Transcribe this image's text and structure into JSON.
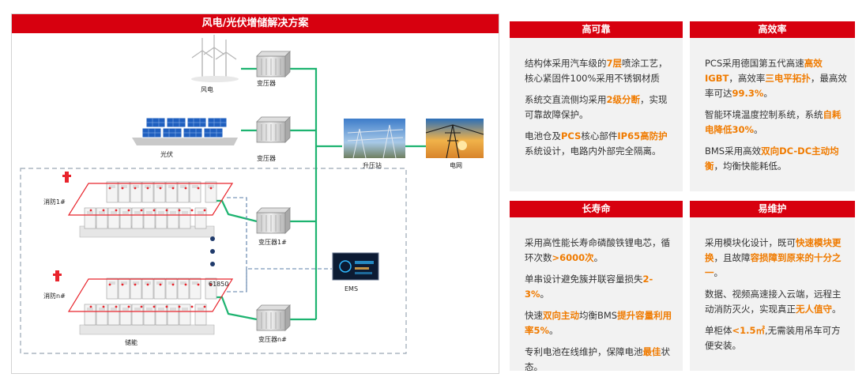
{
  "diagram": {
    "title": "风电/光伏增储解决方案",
    "labels": {
      "wind": "风电",
      "pv": "光伏",
      "transformer": "变压器",
      "substation": "升压站",
      "grid": "电网",
      "fire1": "消防1#",
      "firen": "消防n#",
      "transformer1": "变压器1#",
      "transformern": "变压器n#",
      "ems": "EMS",
      "protocol": "61850",
      "storage": "储能"
    }
  },
  "cards": [
    {
      "title": "高可靠",
      "paragraphs": [
        [
          {
            "t": "结构体采用汽车级的"
          },
          {
            "t": "7层",
            "h": true
          },
          {
            "t": "喷涂工艺，核心紧固件100%采用不锈钢材质"
          }
        ],
        [
          {
            "t": "系统交直流侧均采用"
          },
          {
            "t": "2级分断",
            "h": true
          },
          {
            "t": "，实现可靠故障保护。"
          }
        ],
        [
          {
            "t": "电池仓及"
          },
          {
            "t": "PCS",
            "h": true
          },
          {
            "t": "核心部件"
          },
          {
            "t": "IP65高防护",
            "h": true
          },
          {
            "t": "系统设计，电路内外部完全隔离。"
          }
        ]
      ]
    },
    {
      "title": "高效率",
      "paragraphs": [
        [
          {
            "t": "PCS采用德国第五代高速"
          },
          {
            "t": "高效IGBT",
            "h": true
          },
          {
            "t": "，高效率"
          },
          {
            "t": "三电平拓扑",
            "h": true
          },
          {
            "t": "，最高效率可达"
          },
          {
            "t": "99.3%",
            "h": true
          },
          {
            "t": "。"
          }
        ],
        [
          {
            "t": "智能环境温度控制系统，系统"
          },
          {
            "t": "自耗电降低30%",
            "h": true
          },
          {
            "t": "。"
          }
        ],
        [
          {
            "t": "BMS采用高效"
          },
          {
            "t": "双向DC-DC主动均衡",
            "h": true
          },
          {
            "t": "，均衡快能耗低。"
          }
        ]
      ]
    },
    {
      "title": "长寿命",
      "paragraphs": [
        [
          {
            "t": "采用高性能长寿命磷酸铁锂电芯，循环次数"
          },
          {
            "t": ">6000次",
            "h": true
          },
          {
            "t": "。"
          }
        ],
        [
          {
            "t": "单串设计避免簇并联容量损失"
          },
          {
            "t": "2-3%",
            "h": true
          },
          {
            "t": "。"
          }
        ],
        [
          {
            "t": "快速"
          },
          {
            "t": "双向主动",
            "h": true
          },
          {
            "t": "均衡BMS"
          },
          {
            "t": "提升容量利用率5%",
            "h": true
          },
          {
            "t": "。"
          }
        ],
        [
          {
            "t": "专利电池在线维护，保障电池"
          },
          {
            "t": "最佳",
            "h": true
          },
          {
            "t": "状态。"
          }
        ]
      ]
    },
    {
      "title": "易维护",
      "paragraphs": [
        [
          {
            "t": "采用模块化设计，既可"
          },
          {
            "t": "快速模块更换",
            "h": true
          },
          {
            "t": "，且故障"
          },
          {
            "t": "容损障到原来的十分之一",
            "h": true
          },
          {
            "t": "。"
          }
        ],
        [
          {
            "t": "数据、视频高速接入云端，远程主动消防灭火，实现真正"
          },
          {
            "t": "无人值守",
            "h": true
          },
          {
            "t": "。"
          }
        ],
        [
          {
            "t": "单柜体"
          },
          {
            "t": "<1.5㎡",
            "h": true
          },
          {
            "t": ",无需装用吊车可方便安装。"
          }
        ]
      ]
    }
  ]
}
